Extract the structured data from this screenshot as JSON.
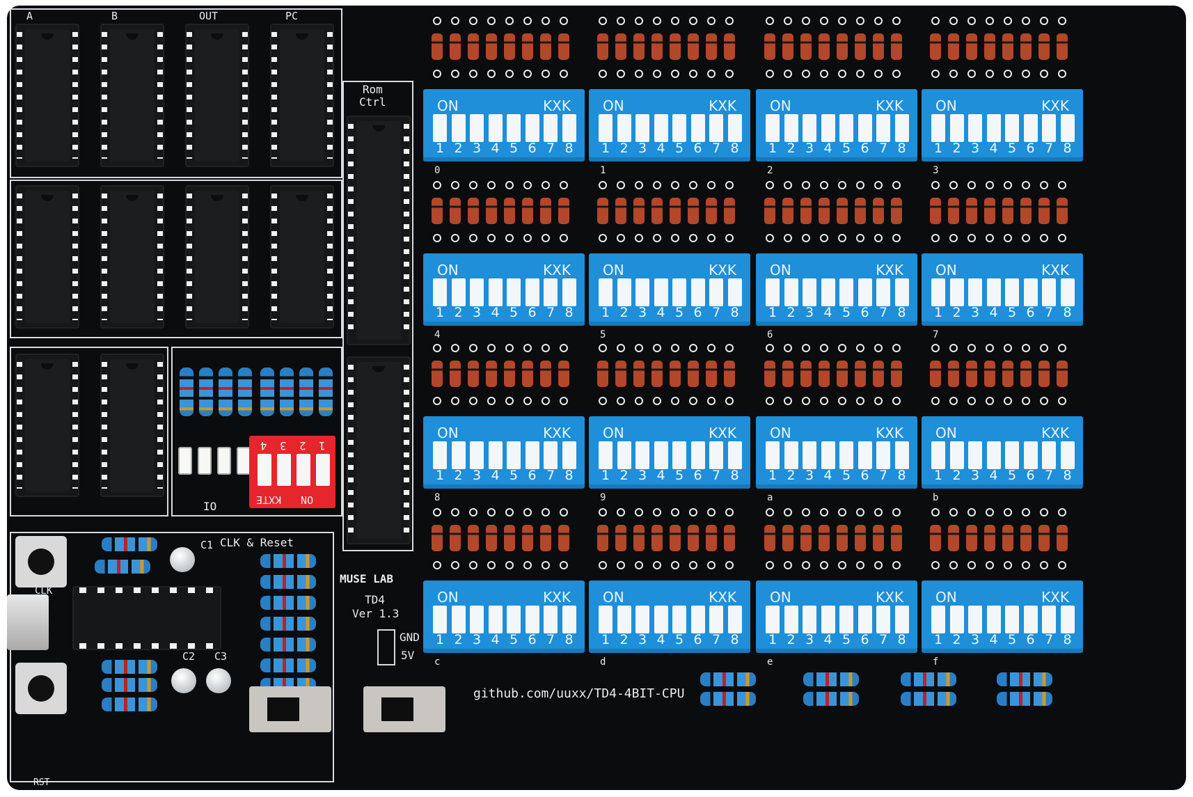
{
  "board": {
    "register_labels": [
      "A",
      "B",
      "OUT",
      "PC"
    ],
    "rom_label": "Rom\nCtrl",
    "io_label": "IO",
    "clk_reset_label": "CLK & Reset",
    "c1_label": "C1",
    "c2_label": "C2",
    "c3_label": "C3",
    "clk_label": "CLK",
    "rst_label": "RST",
    "logo_label": "MUSE LAB",
    "model_label": "TD4",
    "version_label": "Ver 1.3",
    "gnd_label": "GND",
    "vcc_label": "5V",
    "url": "github.com/uuxx/TD4-4BIT-CPU",
    "red_switch": {
      "numbers": [
        "4",
        "3",
        "2",
        "1"
      ],
      "on_label": "ON",
      "brand": "KXTE"
    }
  },
  "dip_banks": [
    {
      "index": "0"
    },
    {
      "index": "1"
    },
    {
      "index": "2"
    },
    {
      "index": "3"
    },
    {
      "index": "4"
    },
    {
      "index": "5"
    },
    {
      "index": "6"
    },
    {
      "index": "7"
    },
    {
      "index": "8"
    },
    {
      "index": "9"
    },
    {
      "index": "a"
    },
    {
      "index": "b"
    },
    {
      "index": "c"
    },
    {
      "index": "d"
    },
    {
      "index": "e"
    },
    {
      "index": "f"
    }
  ],
  "dip": {
    "on_label": "ON",
    "brand": "KXK",
    "numbers": [
      "1",
      "2",
      "3",
      "4",
      "5",
      "6",
      "7",
      "8"
    ]
  },
  "colors": {
    "pcb": "#0b0c0e",
    "dip_blue": "#1e8fd8",
    "red_switch": "#e5262c",
    "silkscreen": "#e9ecef"
  }
}
